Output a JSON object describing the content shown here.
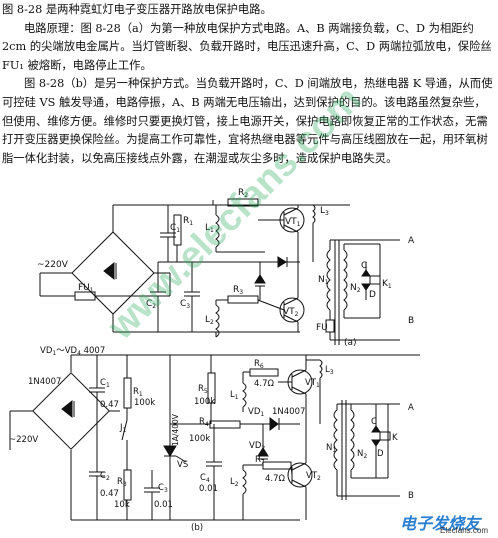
{
  "caption": "图 8-28 是两种霓虹灯电子变压器开路放电保护电路。",
  "para1": "电路原理：图 8-28（a）为第一种放电保护方式电路。A、B 两端接负载，C、D 为相距约 2cm 的尖端放电金属片。当灯管断裂、负载开路时，电压迅速升高，C、D 两端拉弧放电，保险丝 FU₁ 被熔断，电路停止工作。",
  "para2": "图 8-28（b）是另一种保护方式。当负载开路时，C、D 间端放电，热继电器 K 导通，从而使可控硅 VS 触发导通，电路停振，A、B 两端无电压输出，达到保护的目的。该电路虽然复杂些，但使用、维修方便。维修时只要更换灯管，接上电源开关，保护电路即恢复正常的工作状态，无需打开变压器更换保险丝。为提高工作可靠性，宜将热继电器等元件与高压线圈放在一起，用环氧树脂一体化封装，以免高压接线点外露，在潮湿或灰尘多时，造成保护电路失灵。",
  "diagram_a": {
    "label": "(a)",
    "supply": "~220V",
    "labels": [
      "C₁",
      "R₁",
      "R₂",
      "VT₁",
      "L₁",
      "L₃",
      "A",
      "C",
      "K₁",
      "N₁",
      "N₂",
      "D",
      "R₃",
      "C₂",
      "C₃",
      "L₂",
      "VT₂",
      "FU",
      "B",
      "FU₁"
    ]
  },
  "diagram_b": {
    "label": "(b)",
    "supply": "~220V",
    "labels": [
      "VD₁～VD₄ 4007",
      "1N4007",
      "C₁",
      "0.47",
      "R₁",
      "100k",
      "R₅",
      "100k",
      "R₆",
      "4.7Ω",
      "VT₁",
      "L₁",
      "L₃",
      "A",
      "R₄",
      "100k",
      "VD₁",
      "1N4007",
      "J₁",
      "1A/400V",
      "VS",
      "C₄",
      "0.01",
      "VD₂",
      "R₇",
      "4.7Ω",
      "VT₂",
      "N₁",
      "N₂",
      "C",
      "K",
      "D",
      "B",
      "C₂",
      "0.47",
      "R₃",
      "10k",
      "C₃",
      "0.01",
      "L₂"
    ]
  },
  "watermark": "www.elecfans.com",
  "logo_text": "电子发烧友",
  "logo_url": "Elecfans.com"
}
